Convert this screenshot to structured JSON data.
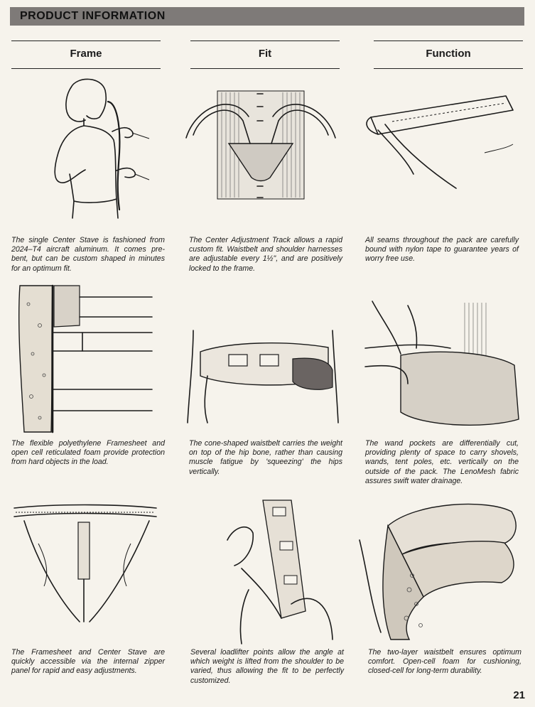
{
  "header": {
    "title": "PRODUCT INFORMATION"
  },
  "columns": {
    "frame": "Frame",
    "fit": "Fit",
    "function": "Function"
  },
  "captions": {
    "r1c1": "The single Center Stave is fashioned from 2024–T4 aircraft aluminum. It comes pre-bent, but can be custom shaped in minutes for an optimum fit.",
    "r1c2": "The Center Adjustment Track allows a rapid custom fit. Waistbelt and shoulder harnesses are adjustable every 1½\", and are positively locked to the frame.",
    "r1c3": "All seams throughout the pack are carefully bound with nylon tape to guarantee years of worry free use.",
    "r2c1": "The flexible polyethylene Framesheet and open cell reticulated foam provide protection from hard objects in the load.",
    "r2c2": "The cone-shaped waistbelt carries the weight on top of the hip bone, rather than causing muscle fatigue by 'squeezing' the hips vertically.",
    "r2c3": "The wand pockets are differentially cut, providing plenty of space to carry shovels, wands, tent poles, etc. vertically on the outside of the pack. The LenoMesh fabric assures swift water drainage.",
    "r3c1": "The Framesheet and Center Stave are quickly accessible via the internal zipper panel for rapid and easy adjustments.",
    "r3c2": "Several loadlifter points allow the angle at which weight is lifted from the shoulder to be varied, thus allowing the fit to be perfectly customized.",
    "r3c3": "The two-layer waistbelt ensures optimum comfort. Open-cell foam for cushioning, closed-cell for long-term durability."
  },
  "page_number": "21"
}
